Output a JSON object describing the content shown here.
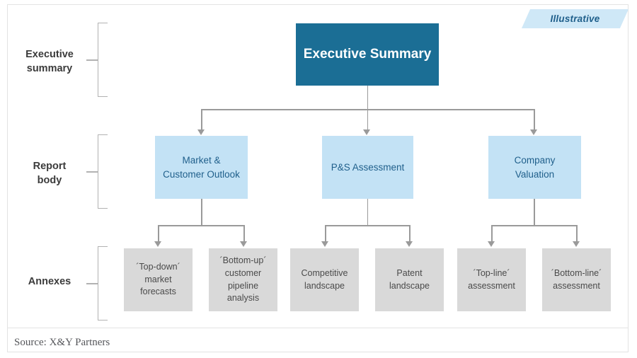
{
  "badge": {
    "label": "Illustrative"
  },
  "rows": [
    {
      "id": "executive-summary",
      "label": "Executive\nsummary"
    },
    {
      "id": "report-body",
      "label": "Report\nbody"
    },
    {
      "id": "annexes",
      "label": "Annexes"
    }
  ],
  "nodes": {
    "executive": {
      "label": "Executive Summary"
    },
    "body": [
      {
        "id": "market-customer-outlook",
        "label": "Market &\nCustomer Outlook"
      },
      {
        "id": "ps-assessment",
        "label": "P&S Assessment"
      },
      {
        "id": "company-valuation",
        "label": "Company\nValuation"
      }
    ],
    "annexes": [
      {
        "id": "top-down-market-forecasts",
        "label": "´Top-down´\nmarket\nforecasts"
      },
      {
        "id": "bottom-up-customer-pipeline-analysis",
        "label": "´Bottom-up´\ncustomer\npipeline\nanalysis"
      },
      {
        "id": "competitive-landscape",
        "label": "Competitive\nlandscape"
      },
      {
        "id": "patent-landscape",
        "label": "Patent\nlandscape"
      },
      {
        "id": "top-line-assessment",
        "label": "´Top-line´\nassessment"
      },
      {
        "id": "bottom-line-assessment",
        "label": "´Bottom-line´\nassessment"
      }
    ]
  },
  "footer": {
    "source": "Source: X&Y Partners"
  },
  "colors": {
    "executive_fill": "#1b6e95",
    "body_fill": "#c3e2f5",
    "body_text": "#1f5f8b",
    "annex_fill": "#d9d9d9",
    "annex_text": "#4a4a4a",
    "badge_fill": "#cfe8f7",
    "badge_text": "#1f5f8b",
    "connector": "#9a9a9a",
    "bracket": "#b2b2b2",
    "frame": "#e3e3e3"
  }
}
